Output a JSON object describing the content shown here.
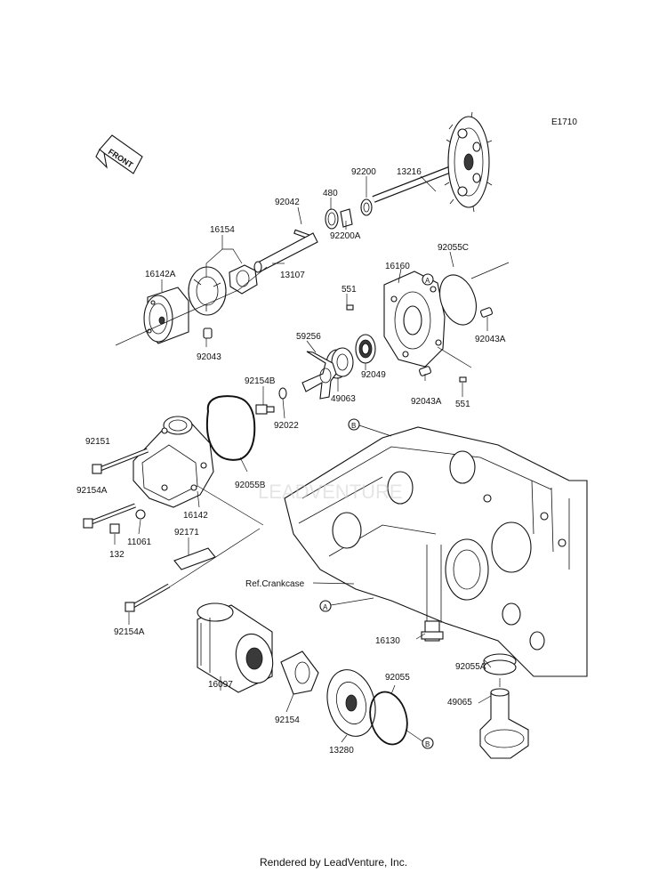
{
  "diagram": {
    "code": "E1710",
    "front_label": "FRONT",
    "ref_label": "Ref.Crankcase",
    "callouts": {
      "a": "A",
      "b": "B"
    },
    "footer": "Rendered by LeadVenture, Inc.",
    "watermark": "LEADVENTURE",
    "parts": [
      "13216",
      "92200",
      "480",
      "92042",
      "92200A",
      "16154",
      "13107",
      "16142A",
      "92043",
      "16160",
      "92055C",
      "551",
      "92043A",
      "59256",
      "92049",
      "49063",
      "92154B",
      "92022",
      "92151",
      "92055B",
      "92154A",
      "16142",
      "11061",
      "132",
      "92171",
      "92154A",
      "92043A",
      "551",
      "16130",
      "92055A",
      "16097",
      "92154",
      "92055",
      "49065",
      "13280"
    ]
  }
}
